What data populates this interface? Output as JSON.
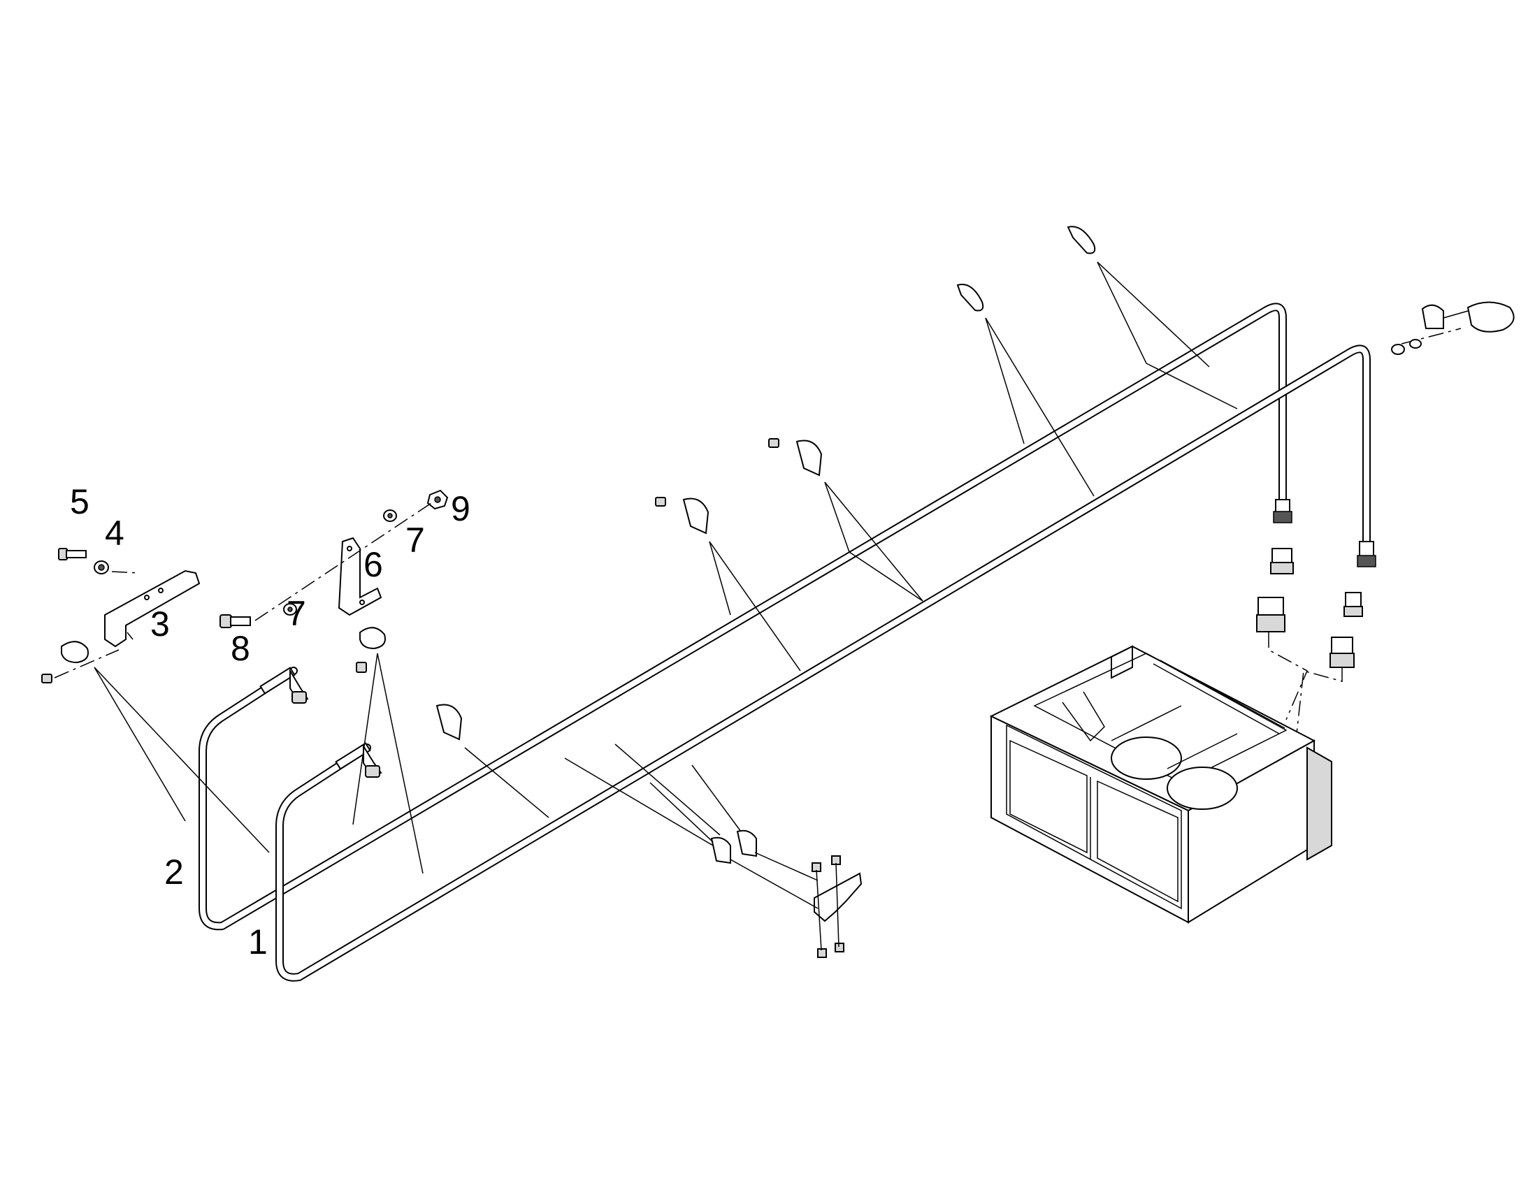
{
  "labels": {
    "l1": "1",
    "l2": "2",
    "l3": "3",
    "l4": "4",
    "l5": "5",
    "l6": "6",
    "l7a": "7",
    "l7b": "7",
    "l8": "8",
    "l9": "9"
  }
}
